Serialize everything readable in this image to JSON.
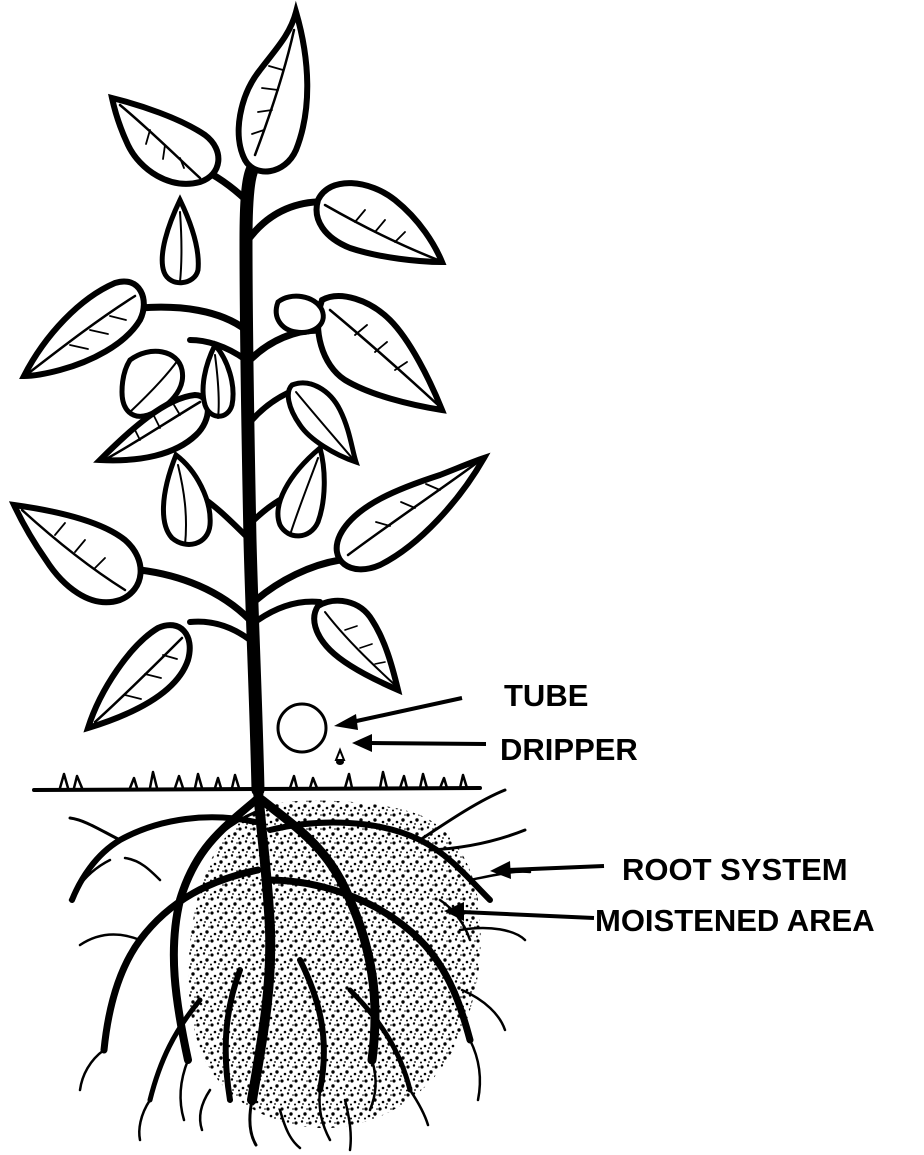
{
  "diagram": {
    "labels": {
      "tube": "TUBE",
      "dripper": "DRIPPER",
      "root_system": "ROOT SYSTEM",
      "moistened_area": "MOISTENED AREA"
    },
    "colors": {
      "ink": "#000000",
      "background": "#ffffff",
      "leaf_fill": "#ffffff"
    }
  }
}
